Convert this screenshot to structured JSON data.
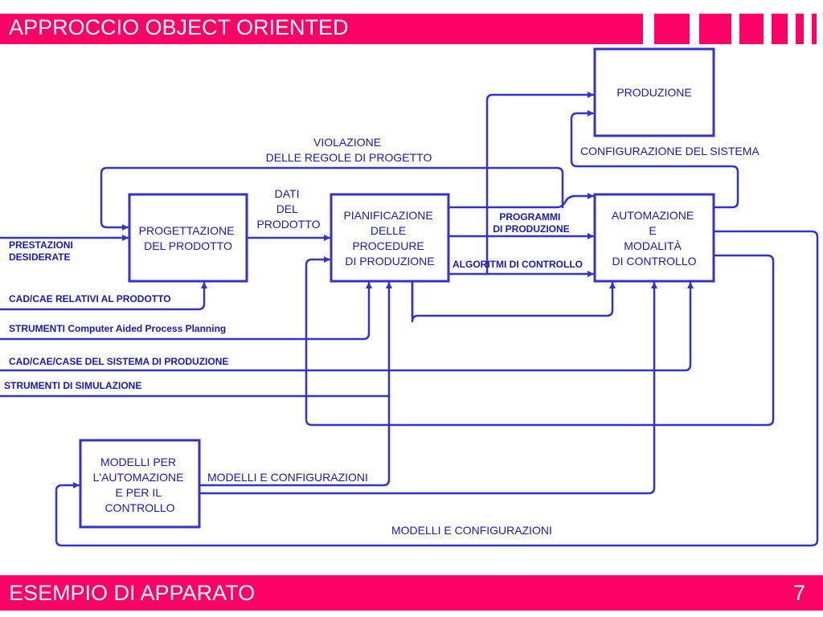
{
  "header": {
    "title": "APPROCCIO OBJECT ORIENTED"
  },
  "footer": {
    "title": "ESEMPIO DI APPARATO",
    "page_number": "7"
  },
  "colors": {
    "accent": "#ff0066",
    "line": "#3333cc",
    "text": "#1a1aa6"
  },
  "boxes": {
    "produzione": [
      "PRODUZIONE"
    ],
    "progettazione": [
      "PROGETTAZIONE",
      "DEL PRODOTTO"
    ],
    "pianificazione": [
      "PIANIFICAZIONE",
      "DELLE",
      "PROCEDURE",
      "DI PRODUZIONE"
    ],
    "automazione": [
      "AUTOMAZIONE",
      "E",
      "MODALITÀ",
      "DI CONTROLLO"
    ],
    "modelli": [
      "MODELLI PER",
      "L'AUTOMAZIONE",
      "E PER IL",
      "CONTROLLO"
    ]
  },
  "labels": {
    "violazione": [
      "VIOLAZIONE",
      "DELLE REGOLE DI PROGETTO"
    ],
    "dati": [
      "DATI",
      "DEL",
      "PRODOTTO"
    ],
    "configurazione_sistema": "CONFIGURAZIONE DEL SISTEMA",
    "programmi": [
      "PROGRAMMI",
      "DI PRODUZIONE"
    ],
    "algoritmi": "ALGORITMI DI CONTROLLO",
    "prestazioni": [
      "PRESTAZIONI",
      "DESIDERATE"
    ],
    "cad_prodotto": "CAD/CAE RELATIVI AL PRODOTTO",
    "strumenti_capp": "STRUMENTI Computer Aided Process Planning",
    "cad_sistema": "CAD/CAE/CASE DEL SISTEMA DI PRODUZIONE",
    "strumenti_simulazione": "STRUMENTI DI SIMULAZIONE",
    "modelli_config_1": "MODELLI E CONFIGURAZIONI",
    "modelli_config_2": "MODELLI E CONFIGURAZIONI"
  }
}
